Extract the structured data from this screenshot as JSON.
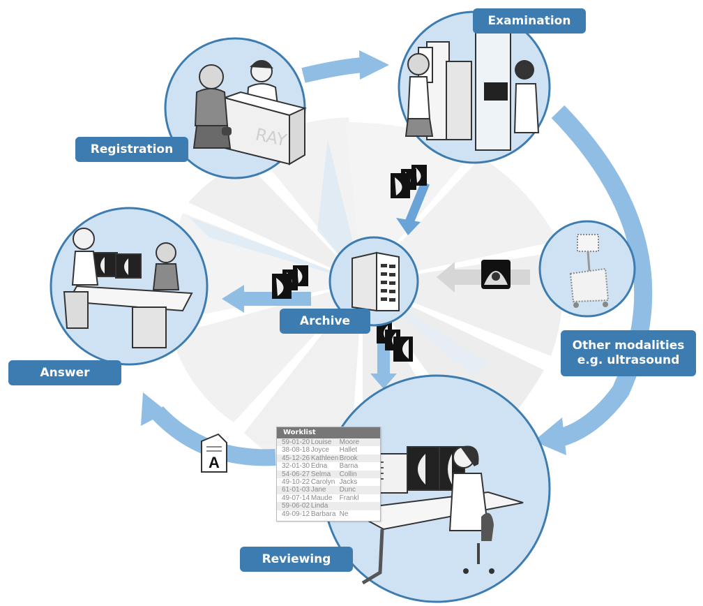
{
  "steps": {
    "registration": "Registration",
    "examination": "Examination",
    "archive": "Archive",
    "answer": "Answer",
    "reviewing": "Reviewing",
    "other_modalities": "Other modalities\ne.g. ultrasound"
  },
  "reception_sign": "RAY",
  "report_icon_letter": "A",
  "worklist": {
    "title": "Worklist",
    "rows": [
      [
        "59-01-20",
        "Louise",
        "Moore"
      ],
      [
        "38-08-18",
        "Joyce",
        "Hallet"
      ],
      [
        "45-12-26",
        "Kathleen",
        "Brook"
      ],
      [
        "32-01-30",
        "Edna",
        "Barna"
      ],
      [
        "54-06-27",
        "Selma",
        "Collin"
      ],
      [
        "49-10-22",
        "Carolyn",
        "Jacks"
      ],
      [
        "61-01-03",
        "Jane",
        "Dunc"
      ],
      [
        "49-07-14",
        "Maude",
        "Frankl"
      ],
      [
        "59-06-02",
        "Linda",
        ""
      ],
      [
        "49-09-12",
        "Barbara",
        "Ne"
      ]
    ]
  },
  "colors": {
    "label_bg": "#3d7cb0",
    "circle_fill": "#cfe2f3",
    "circle_stroke": "#3d7cb0",
    "flow_arrow": "#8fbde3",
    "gray_arrow": "#d6d6d6"
  }
}
